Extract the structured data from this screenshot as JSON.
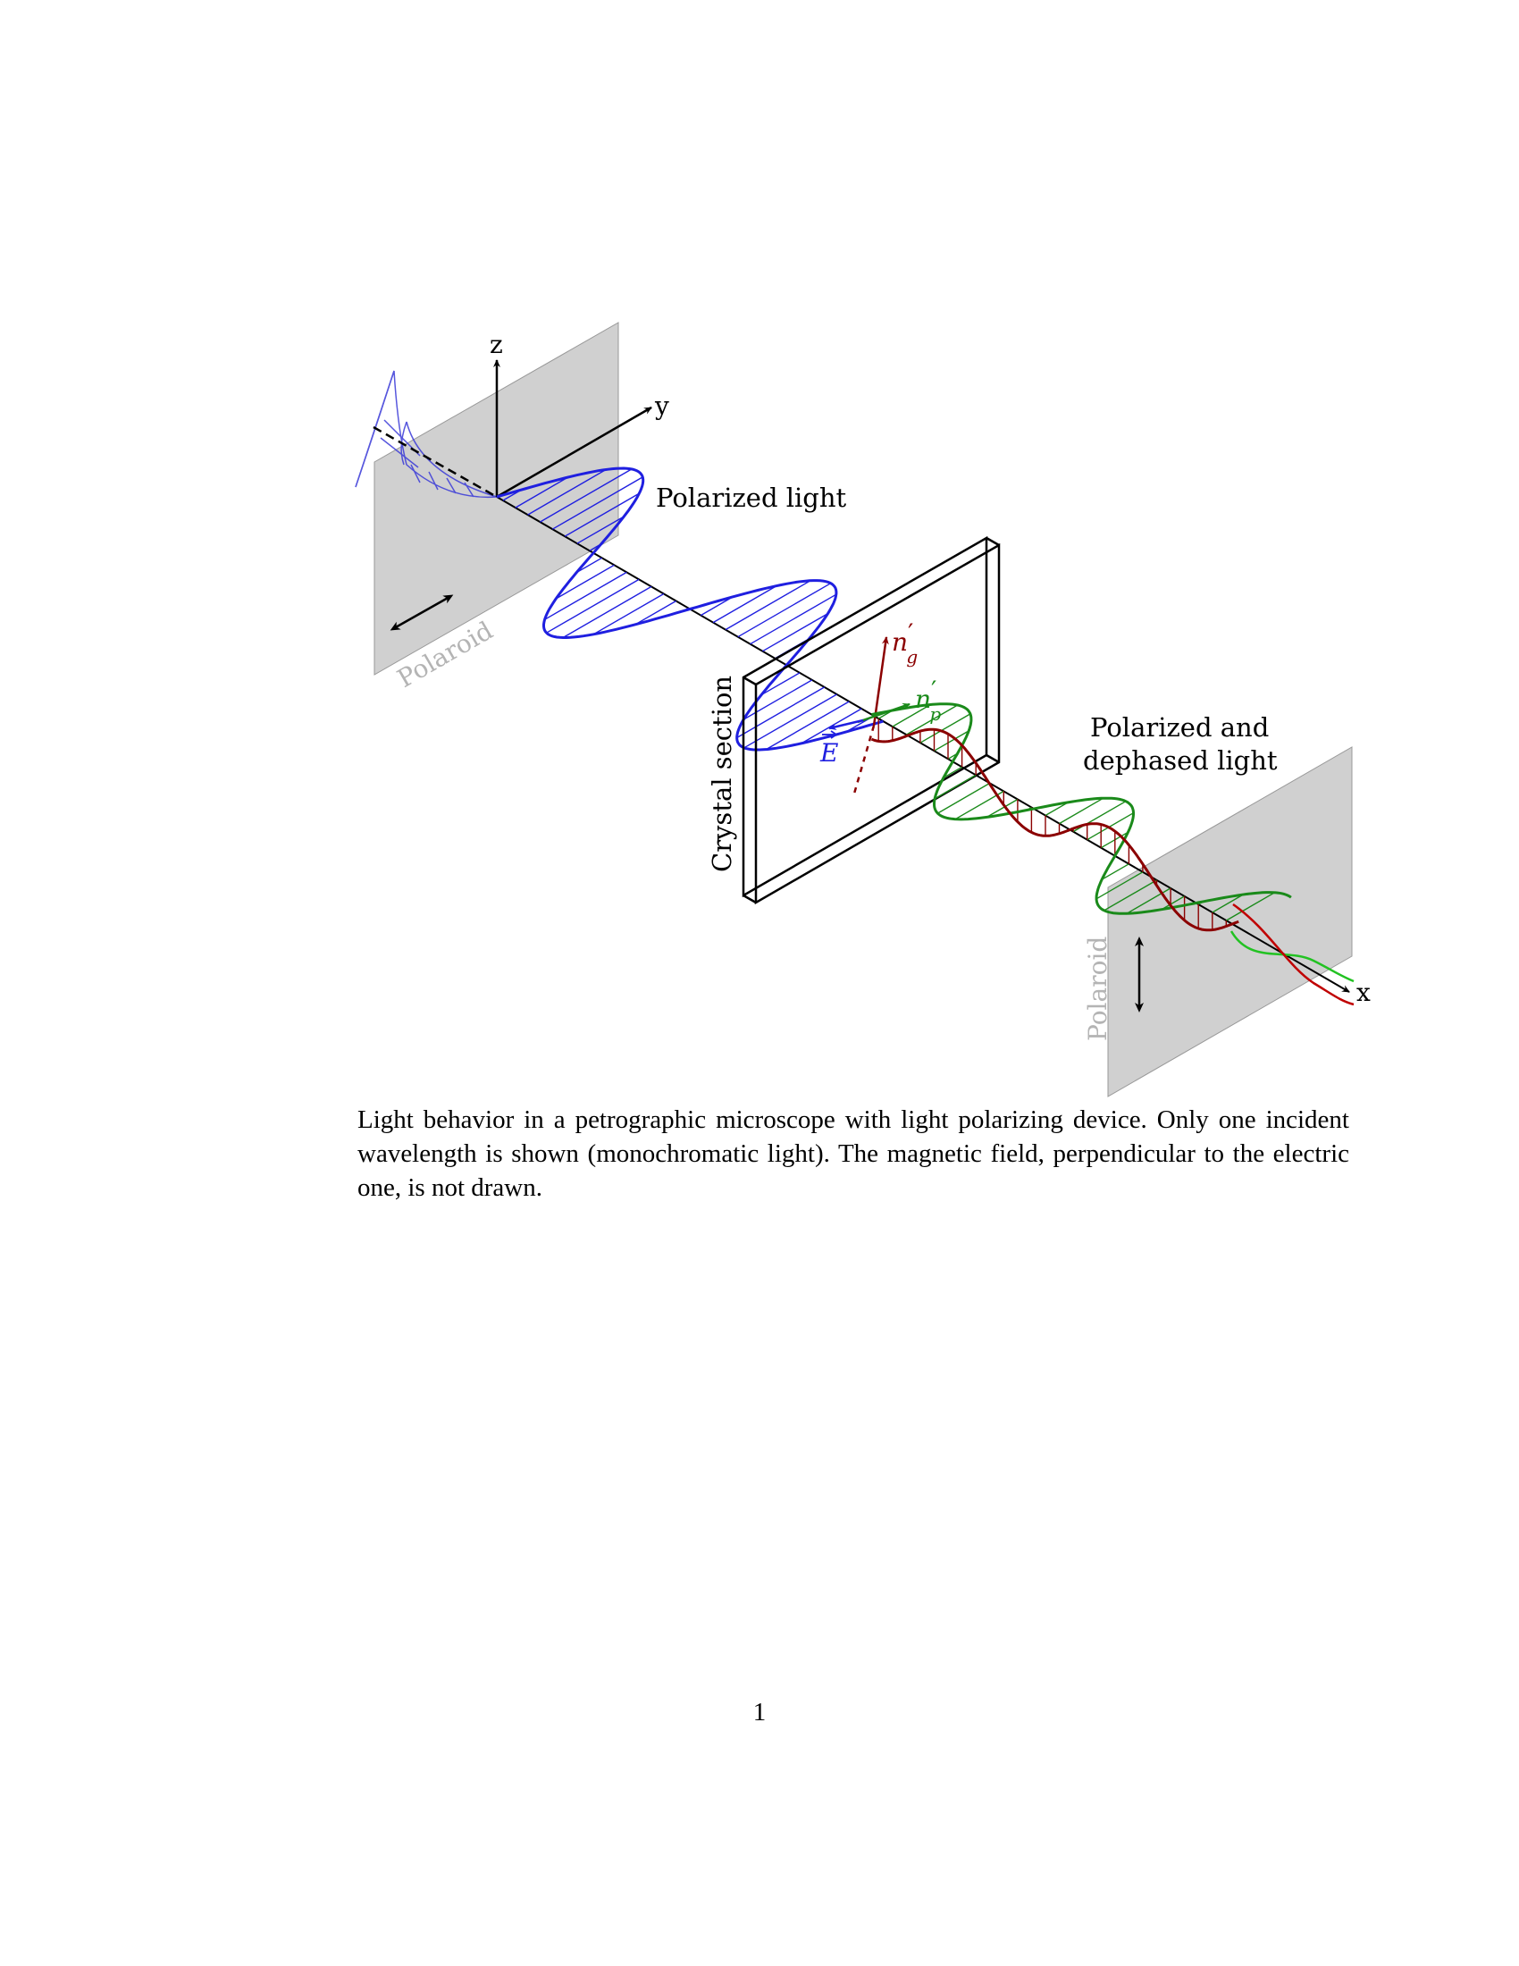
{
  "axes": {
    "z": "z",
    "y": "y",
    "x": "x"
  },
  "labels": {
    "polarized_light": "Polarized light",
    "polarized_dephased_1": "Polarized and",
    "polarized_dephased_2": "dephased light",
    "crystal_section": "Crystal section",
    "polaroid_left": "Polaroid",
    "polaroid_right": "Polaroid",
    "e_vector": "E",
    "n_g": "n",
    "n_g_prime": "′",
    "n_g_sub": "g",
    "n_p": "n",
    "n_p_prime": "′",
    "n_p_sub": "p"
  },
  "colors": {
    "blue_wave": "#1f1fe0",
    "green_wave": "#1a8a1a",
    "red_wave": "#8b0000",
    "polaroid_fill": "#d0d0d0",
    "polaroid_text": "#b4b4b4"
  },
  "caption": "Light behavior in a petrographic microscope with light polarizing device. Only one incident wavelength is shown (monochromatic light). The magnetic field, perpendicular to the electric one, is not drawn.",
  "page_number": "1"
}
